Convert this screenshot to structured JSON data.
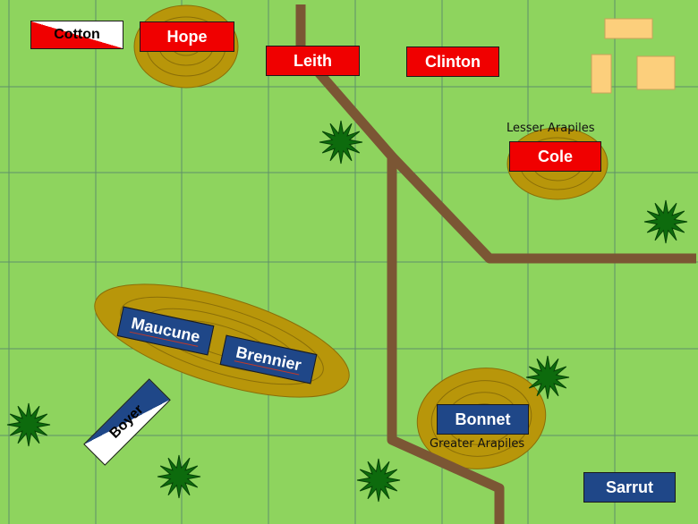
{
  "colors": {
    "grass": "#8ed45e",
    "grid": "#5f8f6a",
    "road": "#7b5634",
    "hill": "#b8960a",
    "hill_contour": "#8a6e08",
    "tree": "#0d6b0d",
    "building": "#fccf7c",
    "british": "#f00000",
    "french": "#1f4788"
  },
  "units": {
    "cotton": "Cotton",
    "hope": "Hope",
    "leith": "Leith",
    "clinton": "Clinton",
    "cole": "Cole",
    "maucune": "Maucune",
    "brennier": "Brennier",
    "boyer": "Boyer",
    "bonnet": "Bonnet",
    "sarrut": "Sarrut"
  },
  "places": {
    "lesser_arapiles": "Lesser Arapiles",
    "greater_arapiles": "Greater Arapiles"
  }
}
